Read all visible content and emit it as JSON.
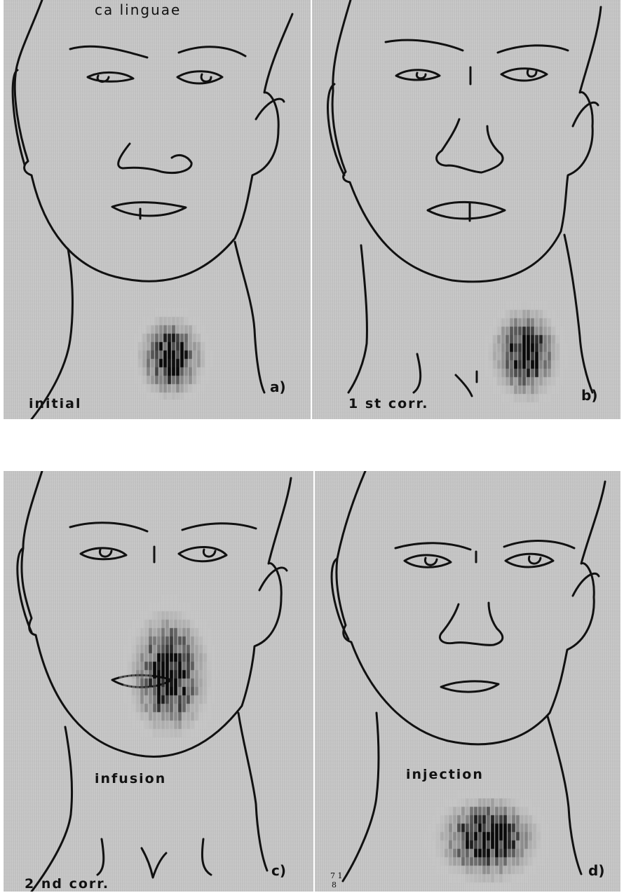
{
  "title": "ca linguae",
  "panels": {
    "a": {
      "label": "initial",
      "letter": "a)"
    },
    "b": {
      "label": "1 st  corr.",
      "letter": "b)"
    },
    "c": {
      "label": "2 nd  corr.",
      "overlay": "infusion",
      "letter": "c)"
    },
    "d": {
      "label": "injection",
      "letter": "d)",
      "mark1": "7 1",
      "mark2": "8"
    }
  }
}
